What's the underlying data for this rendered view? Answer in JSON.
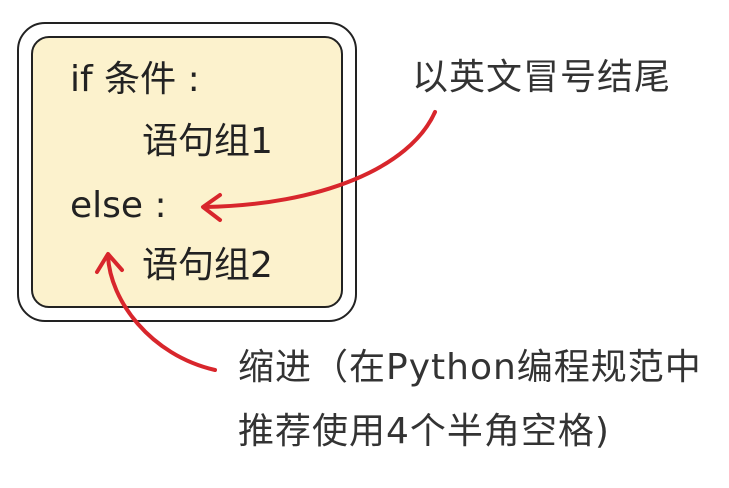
{
  "code": {
    "line1": "if 条件 :",
    "line2": "语句组1",
    "line3": "else :",
    "line4": "语句组2"
  },
  "annotations": {
    "colon_note": "以英文冒号结尾",
    "indent_note_line1": "缩进（在Python编程规范中",
    "indent_note_line2": "推荐使用4个半角空格)"
  },
  "colors": {
    "box_fill": "#fcf2cd",
    "arrow": "#d8262c",
    "text": "#222222"
  }
}
